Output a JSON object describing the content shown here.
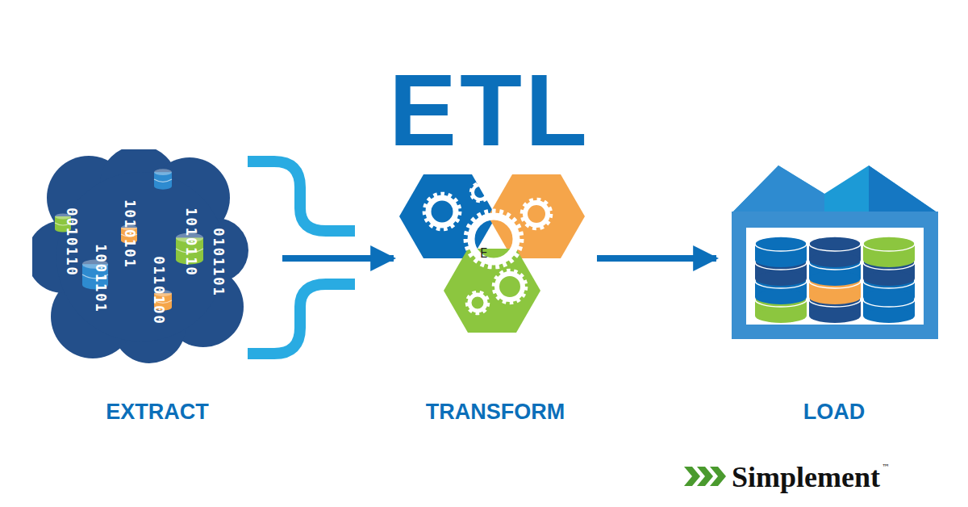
{
  "diagram": {
    "title": "ETL",
    "nodes": [
      {
        "text": [
          "EXTRACT"
        ]
      },
      {
        "text": [
          "TRANSFORM"
        ]
      },
      {
        "text": [
          "LOAD"
        ]
      }
    ],
    "edges": [
      {
        "from": 0,
        "to": 1,
        "arrow": "to"
      },
      {
        "from": 1,
        "to": 2,
        "arrow": "to"
      }
    ],
    "labels": [
      "0010110",
      "1001101",
      "1010101",
      "0110100",
      "1010110",
      "0101101",
      "E",
      "Simplement",
      "™"
    ]
  }
}
